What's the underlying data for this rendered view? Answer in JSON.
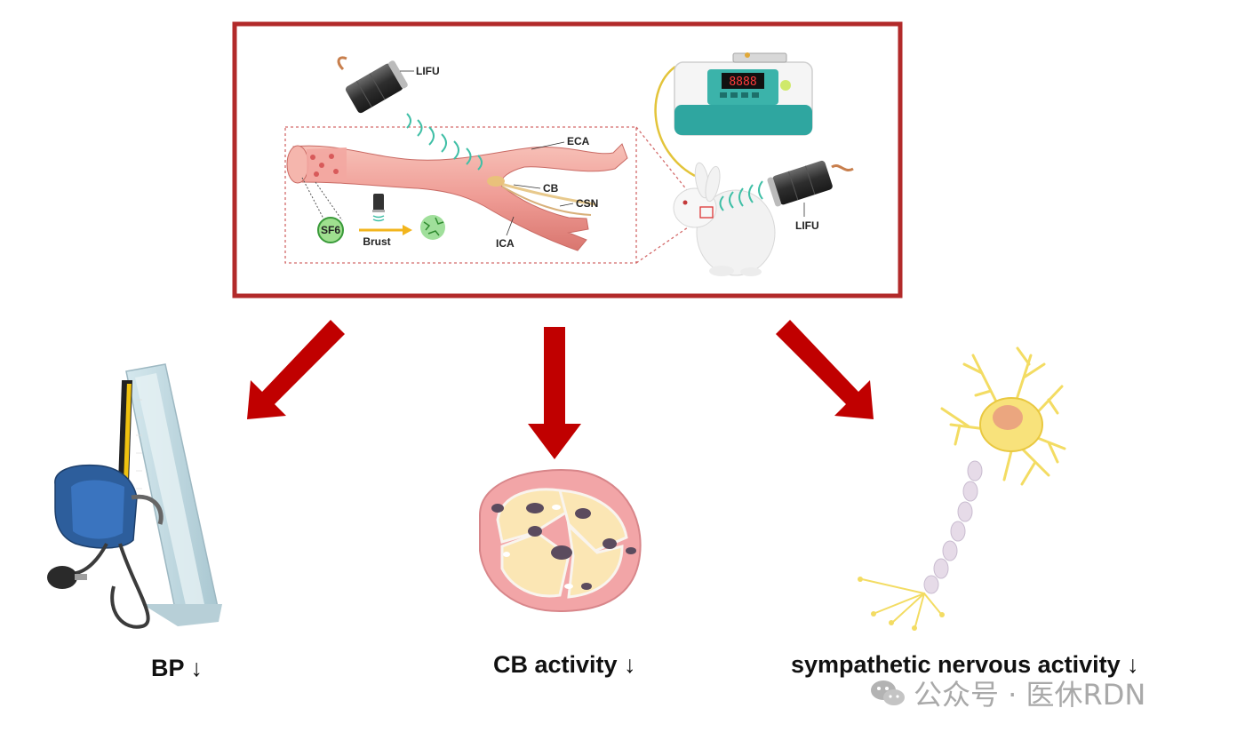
{
  "top_panel": {
    "transducer_label_left": "LIFU",
    "transducer_label_right": "LIFU",
    "artery_labels": {
      "eca": "ECA",
      "cb": "CB",
      "csn": "CSN",
      "ica": "ICA"
    },
    "microbubble_label": "SF6",
    "burst_label": "Brust"
  },
  "outcomes": {
    "bp": "BP",
    "cb_activity": "CB activity",
    "sna": "sympathetic nervous activity",
    "down_arrow": "↓"
  },
  "watermark": "公众号 · 医休RDN",
  "colors": {
    "frame_red": "#b22a2a",
    "arrow_red": "#c00000",
    "artery_pink": "#ef9c95",
    "ultrasound_wave": "#3fbfa6",
    "neuron_yellow": "#f3dc63",
    "cb_pink": "#f2a5a7",
    "cell_cream": "#fbe6b4"
  }
}
